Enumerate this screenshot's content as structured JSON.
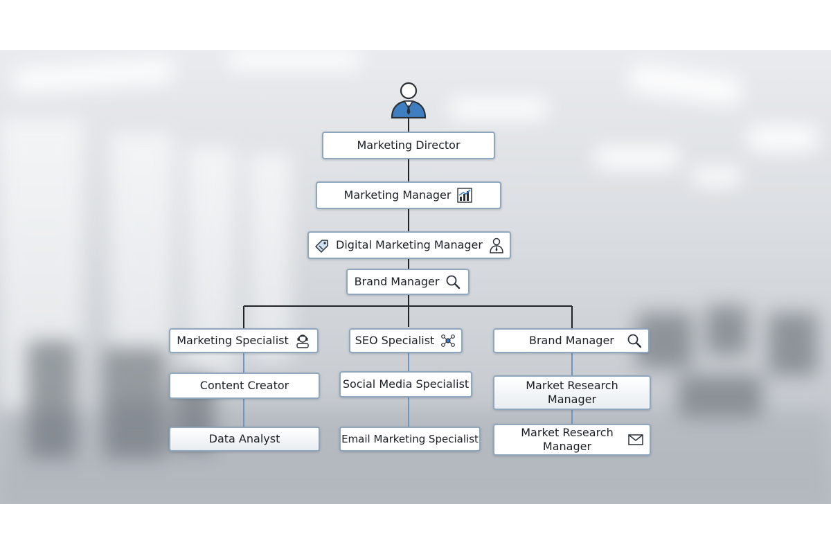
{
  "org_chart": {
    "nodes": {
      "director": {
        "label": "Marketing Director"
      },
      "manager": {
        "label": "Marketing Manager",
        "icon": "bar-chart-icon"
      },
      "digital_manager": {
        "label": "Digital Marketing Manager",
        "icon_left": "tag-icon",
        "icon_right": "person-icon"
      },
      "brand_manager_center": {
        "label": "Brand Manager",
        "icon": "magnifier-icon"
      },
      "marketing_specialist": {
        "label": "Marketing Specialist",
        "icon": "headset-person-icon"
      },
      "seo_specialist": {
        "label": "SEO Specialist",
        "icon": "network-nodes-icon"
      },
      "brand_manager_right": {
        "label": "Brand Manager",
        "icon": "magnifier-icon"
      },
      "content_creator": {
        "label": "Content Creator"
      },
      "social_media_specialist": {
        "label": "Social Media Specialist"
      },
      "market_research_manager_1": {
        "label": "Market Research Manager"
      },
      "data_analyst": {
        "label": "Data Analyst"
      },
      "email_marketing_specialist": {
        "label": "Email Marketing Specialist"
      },
      "market_research_manager_2": {
        "label": "Market Research Manager",
        "icon": "envelope-icon"
      }
    },
    "top_icon": "person-in-suit-icon",
    "colors": {
      "node_border": "#8fa6bc",
      "connector_main": "#1f2328",
      "connector_sub": "#6f96bb",
      "person_blue": "#3f7fc1"
    }
  }
}
